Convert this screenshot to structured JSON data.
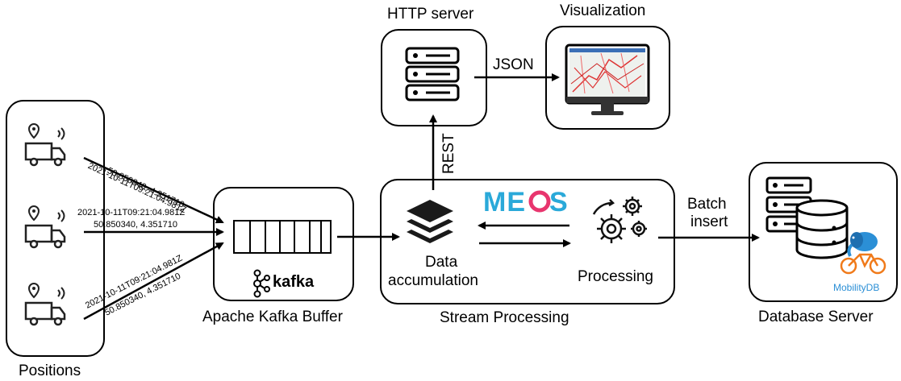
{
  "titles": {
    "http_server": "HTTP server",
    "visualization": "Visualization",
    "positions": "Positions",
    "kafka_buffer": "Apache Kafka Buffer",
    "stream_processing": "Stream Processing",
    "database_server": "Database Server"
  },
  "edges": {
    "json": "JSON",
    "rest": "REST",
    "batch_line1": "Batch",
    "batch_line2": "insert"
  },
  "messages": {
    "timestamp": "2021-10-11T09:21:04.981Z",
    "coords": "50.850340, 4.351710"
  },
  "stream": {
    "data_line1": "Data",
    "data_line2": "accumulation",
    "processing": "Processing",
    "meos_logo": "MEOS"
  },
  "kafka": {
    "logo_text": "kafka"
  },
  "db": {
    "mobilitydb_logo": "MobilityDB"
  },
  "colors": {
    "meos_blue": "#2aa9d9",
    "meos_pink": "#e8356e",
    "mobilitydb_blue": "#2b8fd6",
    "mobilitydb_orange": "#f07a1a"
  },
  "icons": [
    "truck-location-icon",
    "server-rack-icon",
    "monitor-map-icon",
    "layers-icon",
    "gears-icon",
    "database-icon",
    "elephant-bike-icon",
    "kafka-icon",
    "queue-icon"
  ]
}
